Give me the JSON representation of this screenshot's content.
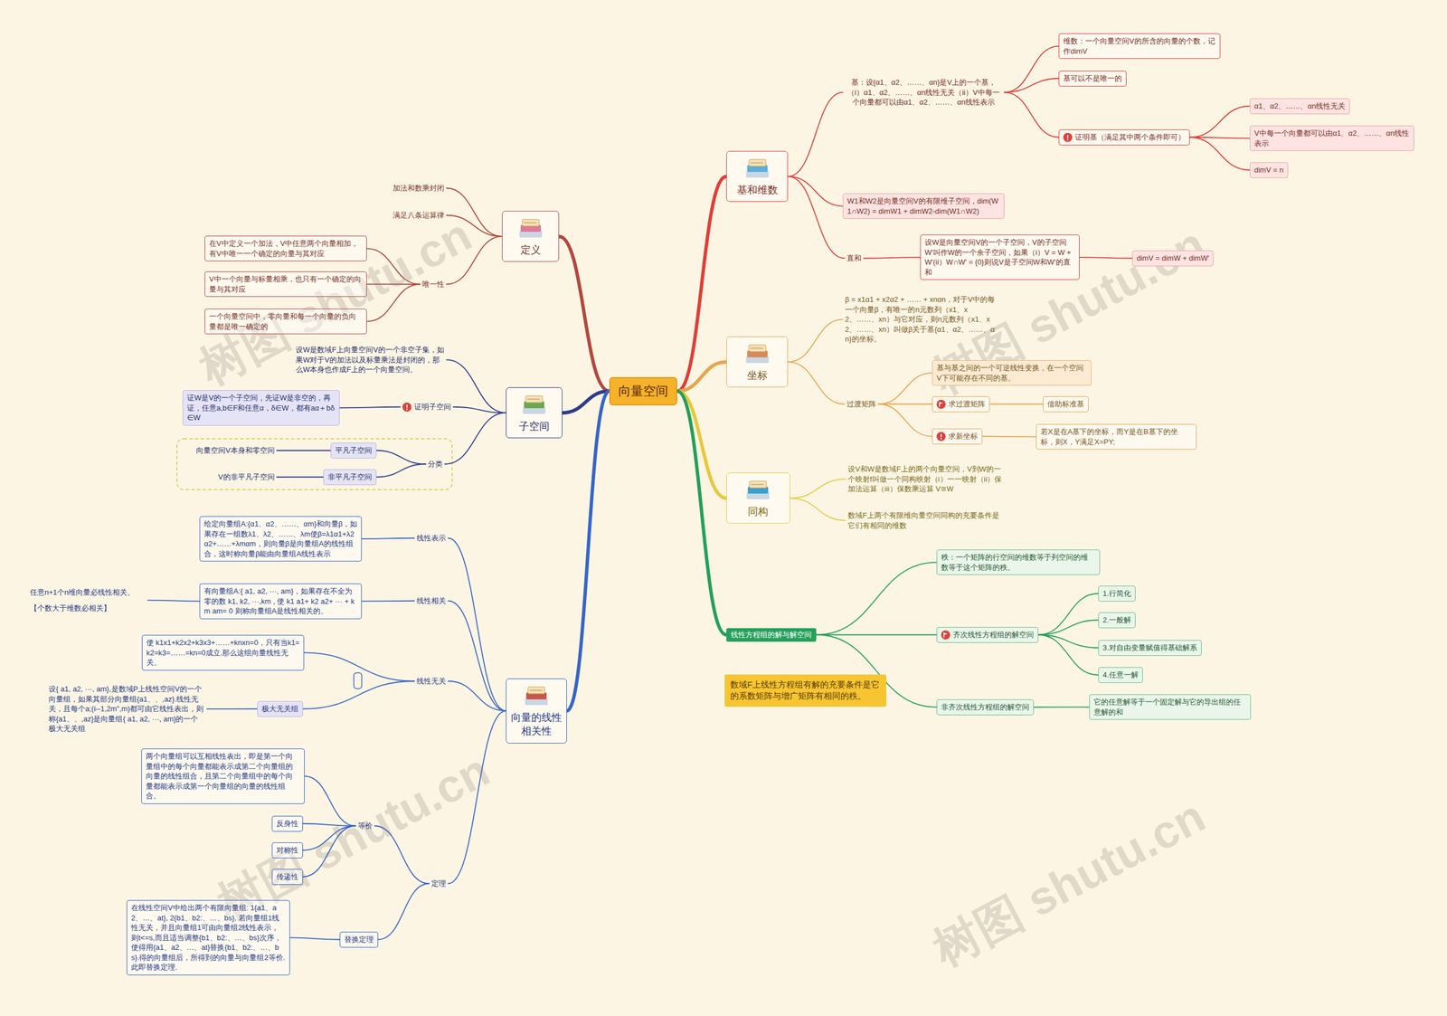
{
  "diagram": {
    "nodes": [
      {
        "text": [
          "向量空间"
        ]
      },
      {
        "text": [
          "基和维数"
        ]
      },
      {
        "text": [
          "基：设{α1、α2、……、αn}是V上的一个基，（i）α1、α2、……、αn线性无关（ii）V中每一个向量都可以由α1、α2、……、αn线性表示"
        ]
      },
      {
        "text": [
          "维数：一个向量空间V的所含的向量的个数，记作dimV"
        ]
      },
      {
        "text": [
          "基可以不是唯一的"
        ]
      },
      {
        "text": [
          "证明基（满足其中两个条件即可）"
        ]
      },
      {
        "text": [
          "α1、α2、……、αn线性无关"
        ]
      },
      {
        "text": [
          "V中每一个向量都可以由α1、α2、……、αn线性表示"
        ]
      },
      {
        "text": [
          "dimV = n"
        ]
      },
      {
        "text": [
          "W1和W2是向量空间V的有限维子空间，dim(W1∩W2) = dimW1 + dimW2-dim(W1∩W2)"
        ]
      },
      {
        "text": [
          "直和"
        ]
      },
      {
        "text": [
          "设W是向量空间V的一个子空间，V的子空间W'叫作W的一个余子空间，如果（i）V = W + W'(ii）W∩W' = {0}则说V是子空间W和W'的直和"
        ]
      },
      {
        "text": [
          "dimV = dimW + dimW'"
        ]
      },
      {
        "text": [
          "坐标"
        ]
      },
      {
        "text": [
          "β = x1α1 + x2α2 + …… + xnαn，对于V中的每一个向量β，有唯一的n元数列（x1、x2、……、xn）与它对应，则n元数列（x1、x2、……、xn）叫做β关于基{α1、α2、……、αn}的坐标。"
        ]
      },
      {
        "text": [
          "过渡矩阵"
        ]
      },
      {
        "text": [
          "基与基之间的一个可逆线性变换，在一个空间V下可能存在不同的基。"
        ]
      },
      {
        "text": [
          "求过渡矩阵"
        ]
      },
      {
        "text": [
          "借助标准基"
        ]
      },
      {
        "text": [
          "求新坐标"
        ]
      },
      {
        "text": [
          "若X是在A基下的坐标，而Y是在B基下的坐标，则X，Y满足X=PY;"
        ]
      },
      {
        "text": [
          "同构"
        ]
      },
      {
        "text": [
          "设V和W是数域F上的两个向量空间，V到W的一个映射f叫做一个同构映射（i）一一映射（ii）保加法运算（iii）保数乘运算 V≅W"
        ]
      },
      {
        "text": [
          "数域F上两个有限维向量空间同构的充要条件是它们有相同的维数"
        ]
      },
      {
        "text": [
          "线性方程组的解与解空间"
        ]
      },
      {
        "text": [
          "秩：一个矩阵的行空间的维数等于列空间的维数等于这个矩阵的秩。"
        ]
      },
      {
        "text": [
          "齐次线性方程组的解空间"
        ]
      },
      {
        "text": [
          "1.行简化"
        ]
      },
      {
        "text": [
          "2.一般解"
        ]
      },
      {
        "text": [
          "3.对自由变量赋值得基础解系"
        ]
      },
      {
        "text": [
          "4.任意一解"
        ]
      },
      {
        "text": [
          "非齐次线性方程组的解空间"
        ]
      },
      {
        "text": [
          "它的任意解等于一个固定解与它的导出组的任意解的和"
        ]
      },
      {
        "text": [
          "数域F上线性方程组有解的充要条件是它的系数矩阵与增广矩阵有相同的秩。"
        ]
      },
      {
        "text": [
          "定义"
        ]
      },
      {
        "text": [
          "加法和数乘封闭"
        ]
      },
      {
        "text": [
          "满足八条运算律"
        ]
      },
      {
        "text": [
          "唯一性"
        ]
      },
      {
        "text": [
          "在V中定义一个加法，V中任意两个向量相加，有V中唯一一个确定的向量与其对应"
        ]
      },
      {
        "text": [
          "V中一个向量与标量相乘，也只有一个确定的向量与其对应"
        ]
      },
      {
        "text": [
          "一个向量空间中，零向量和每一个向量的负向量都是唯一确定的"
        ]
      },
      {
        "text": [
          "子空间"
        ]
      },
      {
        "text": [
          "设W是数域F上向量空间V的一个非空子集，如果W对于V的加法以及标量乘法是封闭的，那么W本身也作成F上的一个向量空间。"
        ]
      },
      {
        "text": [
          "证明子空间"
        ]
      },
      {
        "text": [
          "证W是V的一个子空间，先证W是非空的，再证，任意a,b∈F和任意α，δ∈W，都有aα＋bδ∈W"
        ]
      },
      {
        "text": [
          "分类"
        ]
      },
      {
        "text": [
          "平凡子空间"
        ]
      },
      {
        "text": [
          "向量空间V本身和零空间"
        ]
      },
      {
        "text": [
          "非平凡子空间"
        ]
      },
      {
        "text": [
          "V的非平凡子空间"
        ]
      },
      {
        "text": [
          "向量的线性相关性"
        ]
      },
      {
        "text": [
          "线性表示"
        ]
      },
      {
        "text": [
          "给定向量组A:{α1、α2、……、αm}和向量β，如果存在一组数λ1、λ2、……、λm使β=λ1α1+λ2α2+……+λmαm，则向量β是向量组A的线性组合，这时称向量β能由向量组A线性表示"
        ]
      },
      {
        "text": [
          "线性相关"
        ]
      },
      {
        "text": [
          "有向量组A:{ a1, a2, ···, am}，如果存在不全为零的数 k1, k2, ···,km , 使 k1 a1+ k2 a2+ ··· + km am= 0 则称向量组A是线性相关的。"
        ]
      },
      {
        "text": [
          "任意n+1个n维向量必线性相关。",
          "【个数大于维数必相关】"
        ]
      },
      {
        "text": [
          "线性无关"
        ]
      },
      {
        "text": [
          "使 k1x1+k2x2+k3x3+……+knxn=0，只有当k1=k2=k3=……=kn=0成立.那么这组向量线性无关。"
        ]
      },
      {
        "text": [
          "极大无关组"
        ]
      },
      {
        "text": [
          "设{ a1, a2, ···, am},是数域P上线性空间V的一个向量组，如果其部分向量组{a1、、,az}.线性无关，且每个a;(i--1,2m\",m)都可由它线性表出，则称{a1、、,az}是向量组{ a1, a2, ···, am}的一个极大无关组"
        ]
      },
      {
        "text": [
          "定理"
        ]
      },
      {
        "text": [
          "等价"
        ]
      },
      {
        "text": [
          "两个向量组可以互相线性表出，即是第一个向量组中的每个向量都能表示成第二个向量组的向量的线性组合，且第二个向量组中的每个向量都能表示成第一个向量组的向量的线性组合。"
        ]
      },
      {
        "text": [
          "反身性"
        ]
      },
      {
        "text": [
          "对称性"
        ]
      },
      {
        "text": [
          "传递性"
        ]
      },
      {
        "text": [
          "替换定理"
        ]
      },
      {
        "text": [
          "在线性空间V中给出两个有限向量组: 1{a1、a2、…、at}, 2{b1、b2:、…、bs}, 若向量组1线性无关，并且向量组1可由向量组2线性表示，则t<=s,而且适当调整{b1、b2:、…、bs}次序，使得用{a1、a2、…、at}替换{b1、b2:、…、bs}.得的向量组后，所得到的向量与向量组2等价.此即替换定理."
        ]
      }
    ],
    "edges": [
      {
        "from": 0,
        "to": 1,
        "arrow": "none"
      },
      {
        "from": 1,
        "to": 2,
        "arrow": "none"
      },
      {
        "from": 2,
        "to": 3,
        "arrow": "none"
      },
      {
        "from": 2,
        "to": 4,
        "arrow": "none"
      },
      {
        "from": 2,
        "to": 5,
        "arrow": "none"
      },
      {
        "from": 5,
        "to": 6,
        "arrow": "none"
      },
      {
        "from": 5,
        "to": 7,
        "arrow": "none"
      },
      {
        "from": 5,
        "to": 8,
        "arrow": "none"
      },
      {
        "from": 1,
        "to": 9,
        "arrow": "none"
      },
      {
        "from": 1,
        "to": 10,
        "arrow": "none"
      },
      {
        "from": 10,
        "to": 11,
        "arrow": "none"
      },
      {
        "from": 11,
        "to": 12,
        "arrow": "none"
      },
      {
        "from": 0,
        "to": 13,
        "arrow": "none"
      },
      {
        "from": 13,
        "to": 14,
        "arrow": "none"
      },
      {
        "from": 13,
        "to": 15,
        "arrow": "none"
      },
      {
        "from": 15,
        "to": 16,
        "arrow": "none"
      },
      {
        "from": 15,
        "to": 17,
        "arrow": "none"
      },
      {
        "from": 17,
        "to": 18,
        "arrow": "none"
      },
      {
        "from": 15,
        "to": 19,
        "arrow": "none"
      },
      {
        "from": 19,
        "to": 20,
        "arrow": "none"
      },
      {
        "from": 0,
        "to": 21,
        "arrow": "none"
      },
      {
        "from": 21,
        "to": 22,
        "arrow": "none"
      },
      {
        "from": 21,
        "to": 23,
        "arrow": "none"
      },
      {
        "from": 0,
        "to": 24,
        "arrow": "none"
      },
      {
        "from": 24,
        "to": 25,
        "arrow": "none"
      },
      {
        "from": 24,
        "to": 26,
        "arrow": "none"
      },
      {
        "from": 26,
        "to": 27,
        "arrow": "none"
      },
      {
        "from": 26,
        "to": 28,
        "arrow": "none"
      },
      {
        "from": 26,
        "to": 29,
        "arrow": "none"
      },
      {
        "from": 26,
        "to": 30,
        "arrow": "none"
      },
      {
        "from": 24,
        "to": 31,
        "arrow": "none"
      },
      {
        "from": 31,
        "to": 32,
        "arrow": "none"
      },
      {
        "from": 0,
        "to": 34,
        "arrow": "none"
      },
      {
        "from": 34,
        "to": 35,
        "arrow": "none"
      },
      {
        "from": 34,
        "to": 36,
        "arrow": "none"
      },
      {
        "from": 34,
        "to": 37,
        "arrow": "none"
      },
      {
        "from": 37,
        "to": 38,
        "arrow": "none"
      },
      {
        "from": 37,
        "to": 39,
        "arrow": "none"
      },
      {
        "from": 37,
        "to": 40,
        "arrow": "none"
      },
      {
        "from": 0,
        "to": 41,
        "arrow": "none"
      },
      {
        "from": 41,
        "to": 42,
        "arrow": "none"
      },
      {
        "from": 41,
        "to": 43,
        "arrow": "none"
      },
      {
        "from": 43,
        "to": 44,
        "arrow": "none"
      },
      {
        "from": 41,
        "to": 45,
        "arrow": "none"
      },
      {
        "from": 45,
        "to": 46,
        "arrow": "none"
      },
      {
        "from": 46,
        "to": 47,
        "arrow": "none"
      },
      {
        "from": 45,
        "to": 48,
        "arrow": "none"
      },
      {
        "from": 48,
        "to": 49,
        "arrow": "none"
      },
      {
        "from": 0,
        "to": 50,
        "arrow": "none"
      },
      {
        "from": 50,
        "to": 51,
        "arrow": "none"
      },
      {
        "from": 51,
        "to": 52,
        "arrow": "none"
      },
      {
        "from": 50,
        "to": 53,
        "arrow": "none"
      },
      {
        "from": 53,
        "to": 54,
        "arrow": "none"
      },
      {
        "from": 54,
        "to": 55,
        "arrow": "none"
      },
      {
        "from": 50,
        "to": 56,
        "arrow": "none"
      },
      {
        "from": 56,
        "to": 57,
        "arrow": "none"
      },
      {
        "from": 56,
        "to": 58,
        "arrow": "none"
      },
      {
        "from": 58,
        "to": 59,
        "arrow": "none"
      },
      {
        "from": 50,
        "to": 60,
        "arrow": "none"
      },
      {
        "from": 60,
        "to": 61,
        "arrow": "none"
      },
      {
        "from": 61,
        "to": 62,
        "arrow": "none"
      },
      {
        "from": 61,
        "to": 63,
        "arrow": "none"
      },
      {
        "from": 61,
        "to": 64,
        "arrow": "none"
      },
      {
        "from": 61,
        "to": 65,
        "arrow": "none"
      },
      {
        "from": 60,
        "to": 66,
        "arrow": "none"
      },
      {
        "from": 66,
        "to": 67,
        "arrow": "none"
      }
    ],
    "labels": [
      "树图 shutu.cn",
      "树图 shutu.cn",
      "树图 shutu.cn",
      "树图 shutu.cn"
    ]
  }
}
